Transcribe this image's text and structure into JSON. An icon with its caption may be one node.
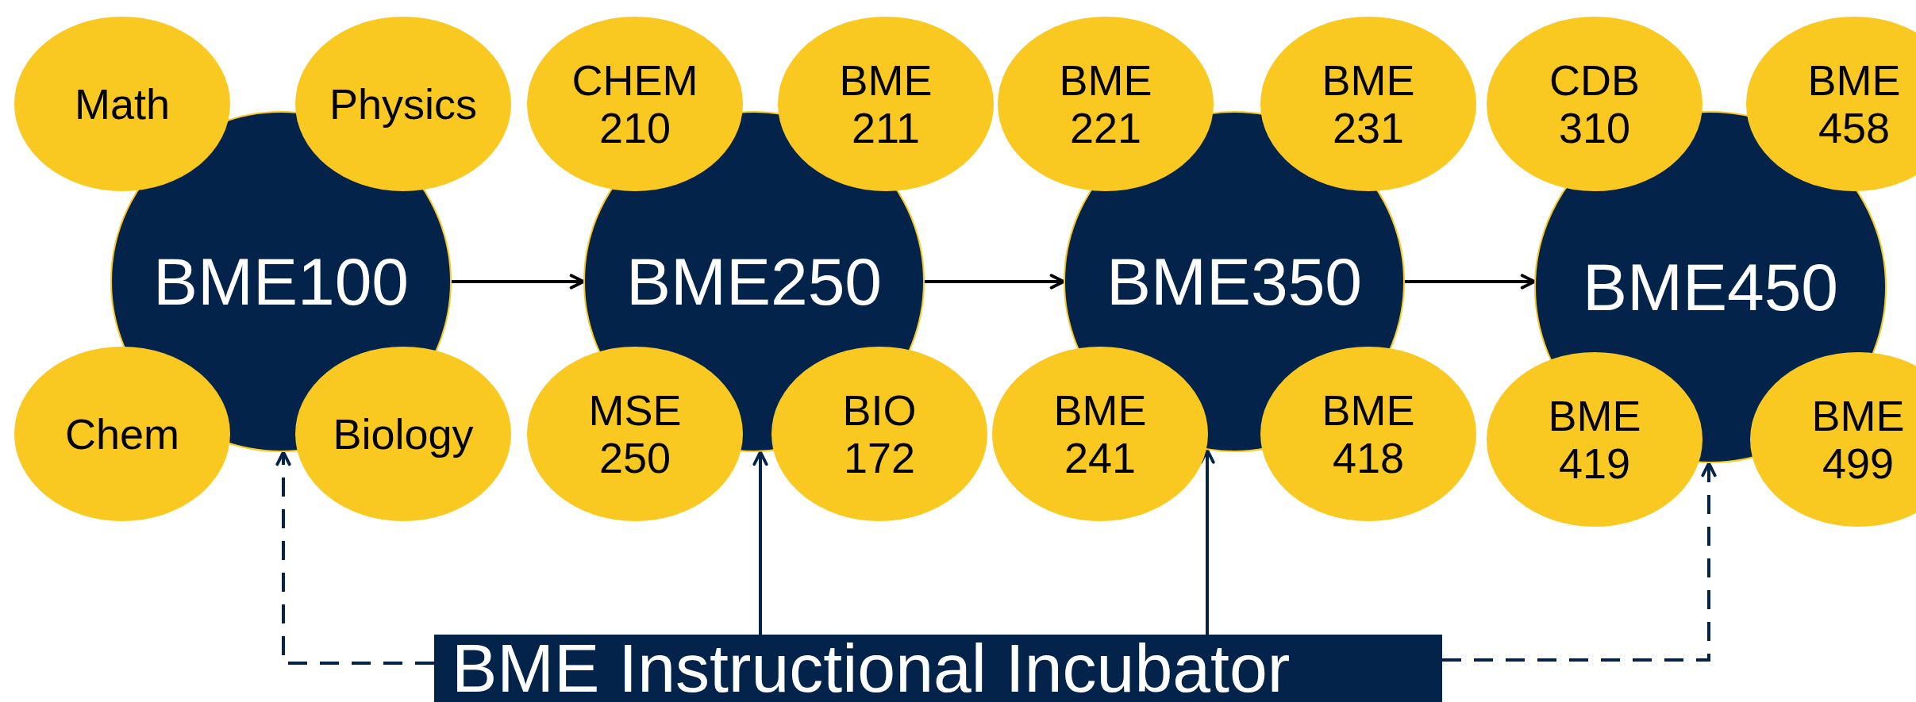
{
  "diagram": {
    "nodes": [
      {
        "text": [
          "BME100"
        ]
      },
      {
        "text": [
          "Math"
        ]
      },
      {
        "text": [
          "Physics"
        ]
      },
      {
        "text": [
          "Chem"
        ]
      },
      {
        "text": [
          "Biology"
        ]
      },
      {
        "text": [
          "BME250"
        ]
      },
      {
        "text": [
          "CHEM 210"
        ]
      },
      {
        "text": [
          "BME 211"
        ]
      },
      {
        "text": [
          "MSE 250"
        ]
      },
      {
        "text": [
          "BIO 172"
        ]
      },
      {
        "text": [
          "BME350"
        ]
      },
      {
        "text": [
          "BME 221"
        ]
      },
      {
        "text": [
          "BME 231"
        ]
      },
      {
        "text": [
          "BME 241"
        ]
      },
      {
        "text": [
          "BME 418"
        ]
      },
      {
        "text": [
          "BME450"
        ]
      },
      {
        "text": [
          "CDB 310"
        ]
      },
      {
        "text": [
          "BME 458"
        ]
      },
      {
        "text": [
          "BME 419"
        ]
      },
      {
        "text": [
          "BME 499"
        ]
      },
      {
        "text": [
          "BME Instructional Incubator"
        ]
      }
    ],
    "edges": [
      {
        "from": 0,
        "to": 5,
        "arrow": "to",
        "color": "#000000"
      },
      {
        "from": 5,
        "to": 10,
        "arrow": "to",
        "color": "#000000"
      },
      {
        "from": 10,
        "to": 15,
        "arrow": "to",
        "color": "#000000"
      },
      {
        "from": 20,
        "to": 0,
        "arrow": "to",
        "style": "dashed"
      },
      {
        "from": 20,
        "to": 5,
        "arrow": "to"
      },
      {
        "from": 20,
        "to": 10,
        "arrow": "to"
      },
      {
        "from": 20,
        "to": 15,
        "arrow": "to",
        "style": "dashed"
      }
    ]
  }
}
